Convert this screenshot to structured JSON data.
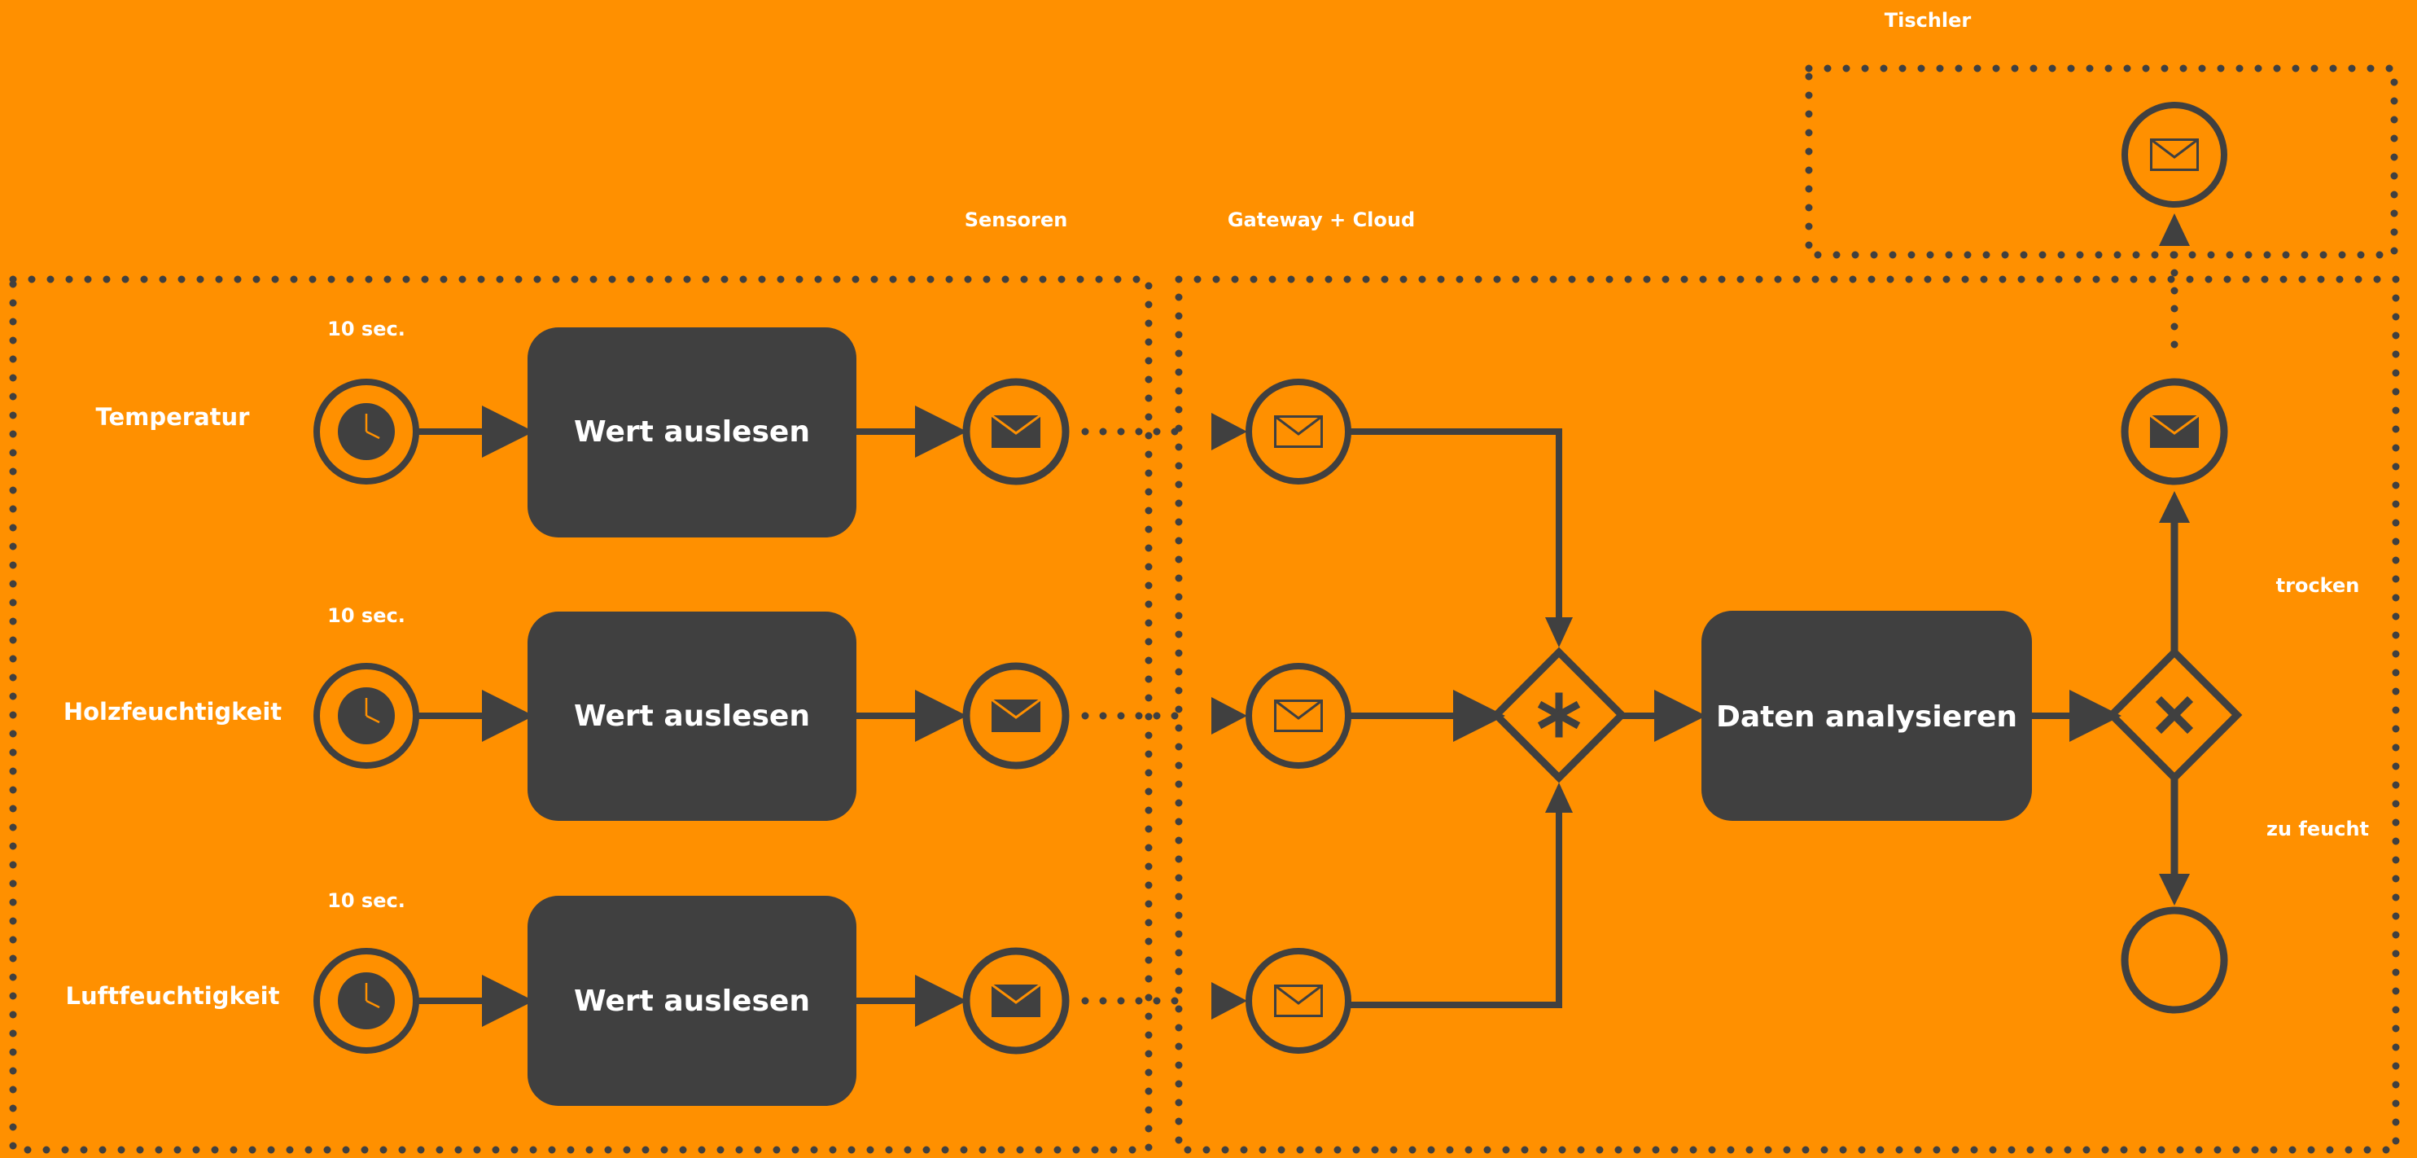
{
  "colors": {
    "background": "#ff9000",
    "ink": "#404040",
    "text": "#ffffff"
  },
  "pools": {
    "sensoren": "Sensoren",
    "gateway": "Gateway + Cloud",
    "tischler": "Tischler"
  },
  "sensors": [
    {
      "label": "Temperatur",
      "timer": "10 sec.",
      "task": "Wert auslesen"
    },
    {
      "label": "Holzfeuchtigkeit",
      "timer": "10 sec.",
      "task": "Wert auslesen"
    },
    {
      "label": "Luftfeuchtigkeit",
      "timer": "10 sec.",
      "task": "Wert auslesen"
    }
  ],
  "analysis_task": "Daten analysieren",
  "branches": {
    "dry": "trocken",
    "wet": "zu feucht"
  },
  "icons": {
    "timer": "clock-icon",
    "message": "envelope-icon",
    "parallel_gateway": "asterisk-icon",
    "exclusive_gateway": "x-icon",
    "end": "empty-circle"
  }
}
